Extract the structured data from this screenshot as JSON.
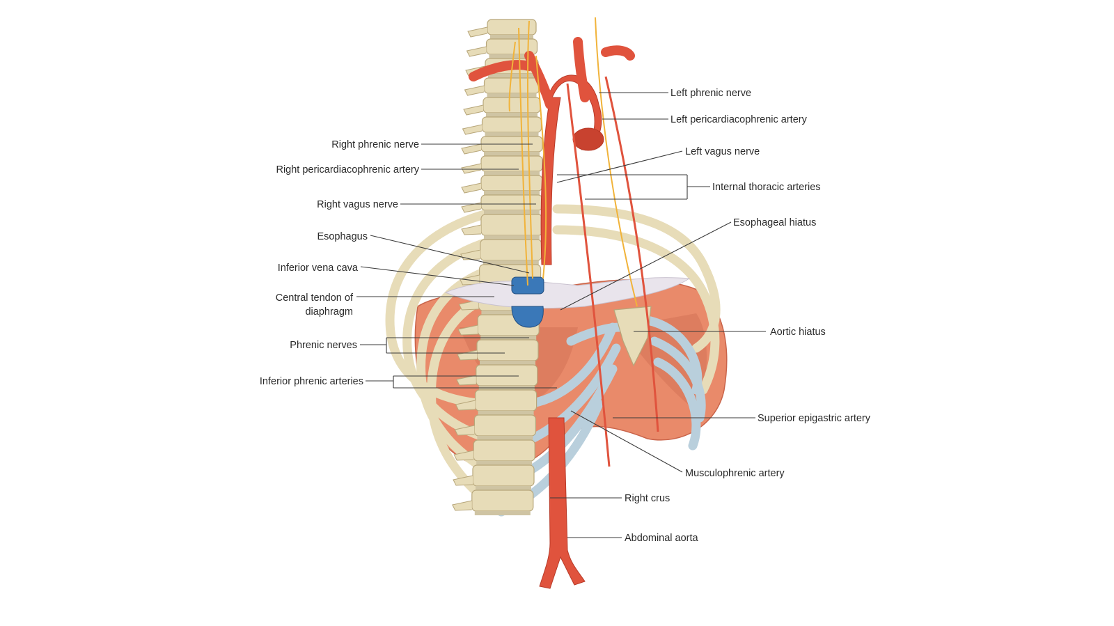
{
  "colors": {
    "bone": "#e7dcb8",
    "bone_shade": "#b7a67a",
    "artery": "#e0533d",
    "artery_dark": "#b83a28",
    "muscle": "#e98a6a",
    "muscle_dark": "#c9644a",
    "tendon": "#e9e4ec",
    "cartilage": "#b9cfdc",
    "vein": "#3a78b8",
    "nerve": "#f1b33a",
    "leader": "#3a3a3a",
    "label": "#2a2a2a"
  },
  "labels": {
    "left_phrenic_nerve": "Left phrenic nerve",
    "left_pericardiacophrenic_artery": "Left pericardiacophrenic artery",
    "left_vagus_nerve": "Left vagus nerve",
    "internal_thoracic_arteries": "Internal thoracic arteries",
    "esophageal_hiatus": "Esophageal hiatus",
    "aortic_hiatus": "Aortic hiatus",
    "superior_epigastric_artery": "Superior epigastric artery",
    "musculophrenic_artery": "Musculophrenic artery",
    "right_crus": "Right crus",
    "abdominal_aorta": "Abdominal aorta",
    "right_phrenic_nerve": "Right phrenic nerve",
    "right_pericardiacophrenic_artery": "Right pericardiacophrenic artery",
    "right_vagus_nerve": "Right vagus nerve",
    "esophagus": "Esophagus",
    "inferior_vena_cava": "Inferior vena cava",
    "central_tendon_line1": "Central tendon of",
    "central_tendon_line2": "diaphragm",
    "phrenic_nerves": "Phrenic nerves",
    "inferior_phrenic_arteries": "Inferior phrenic arteries"
  }
}
